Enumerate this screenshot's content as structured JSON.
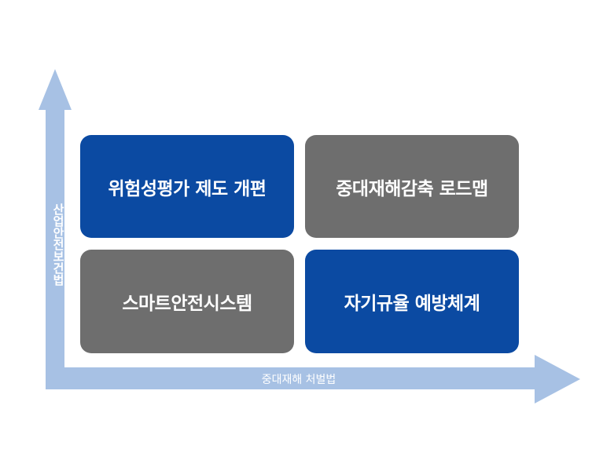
{
  "axes": {
    "y_label": "산업안전보건법",
    "x_label": "중대재해 처벌법",
    "color": "#a7c1e4"
  },
  "boxes": {
    "top_left": {
      "label": "위험성평가 제도 개편",
      "color": "#0b4aa2"
    },
    "top_right": {
      "label": "중대재해감축 로드맵",
      "color": "#6e6e6e"
    },
    "bottom_left": {
      "label": "스마트안전시스템",
      "color": "#6e6e6e"
    },
    "bottom_right": {
      "label": "자기규율 예방체계",
      "color": "#0b4aa2"
    }
  }
}
